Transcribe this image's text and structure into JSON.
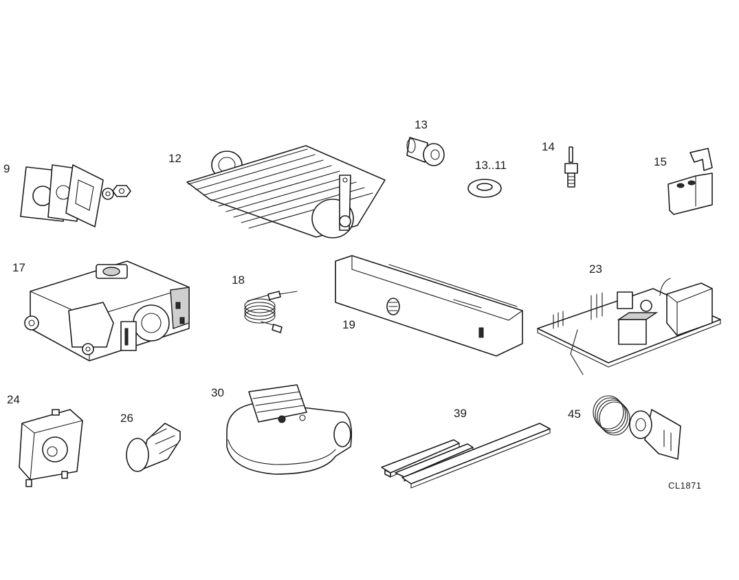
{
  "parts": [
    {
      "number": "9",
      "icon": "gasket-seal-set"
    },
    {
      "number": "12",
      "icon": "burner-bar-assembly"
    },
    {
      "number": "13",
      "icon": "injector"
    },
    {
      "number": "13..11",
      "icon": "washer"
    },
    {
      "number": "14",
      "icon": "electrode"
    },
    {
      "number": "15",
      "icon": "connector-block"
    },
    {
      "number": "17",
      "icon": "gas-valve"
    },
    {
      "number": "18",
      "icon": "thermocouple"
    },
    {
      "number": "19",
      "icon": "control-bracket"
    },
    {
      "number": "23",
      "icon": "printed-circuit-board"
    },
    {
      "number": "24",
      "icon": "pressure-switch"
    },
    {
      "number": "26",
      "icon": "control-knob"
    },
    {
      "number": "30",
      "icon": "fan-assembly"
    },
    {
      "number": "39",
      "icon": "insulation-strips"
    },
    {
      "number": "45",
      "icon": "thermostat-capillary"
    }
  ],
  "drawing_ref": "CL1871"
}
